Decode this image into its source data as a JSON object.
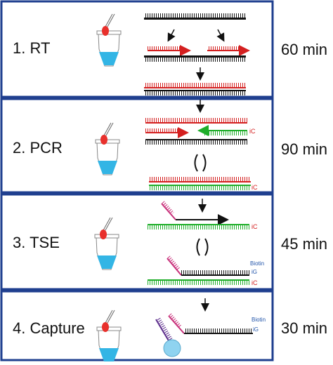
{
  "steps": [
    {
      "number": "1.",
      "name": "RT",
      "time": "60 min"
    },
    {
      "number": "2.",
      "name": "PCR",
      "time": "90 min"
    },
    {
      "number": "3.",
      "name": "TSE",
      "time": "45 min"
    },
    {
      "number": "4.",
      "name": "Capture",
      "time": "30 min"
    }
  ],
  "annotations": {
    "ic": "iC",
    "biotin": "Biotin",
    "ig": "iG"
  },
  "colors": {
    "frame": "#1f3f8f",
    "rna": "#d42020",
    "dna": "#111111",
    "green": "#1fae2a",
    "magenta": "#c8307a",
    "purple": "#5a2a8a",
    "bead": "#8fd3f0",
    "tube_liquid": "#33b5e5",
    "drop": "#e8302c",
    "ic_text": "#d42020",
    "biotin_text": "#2255aa"
  }
}
